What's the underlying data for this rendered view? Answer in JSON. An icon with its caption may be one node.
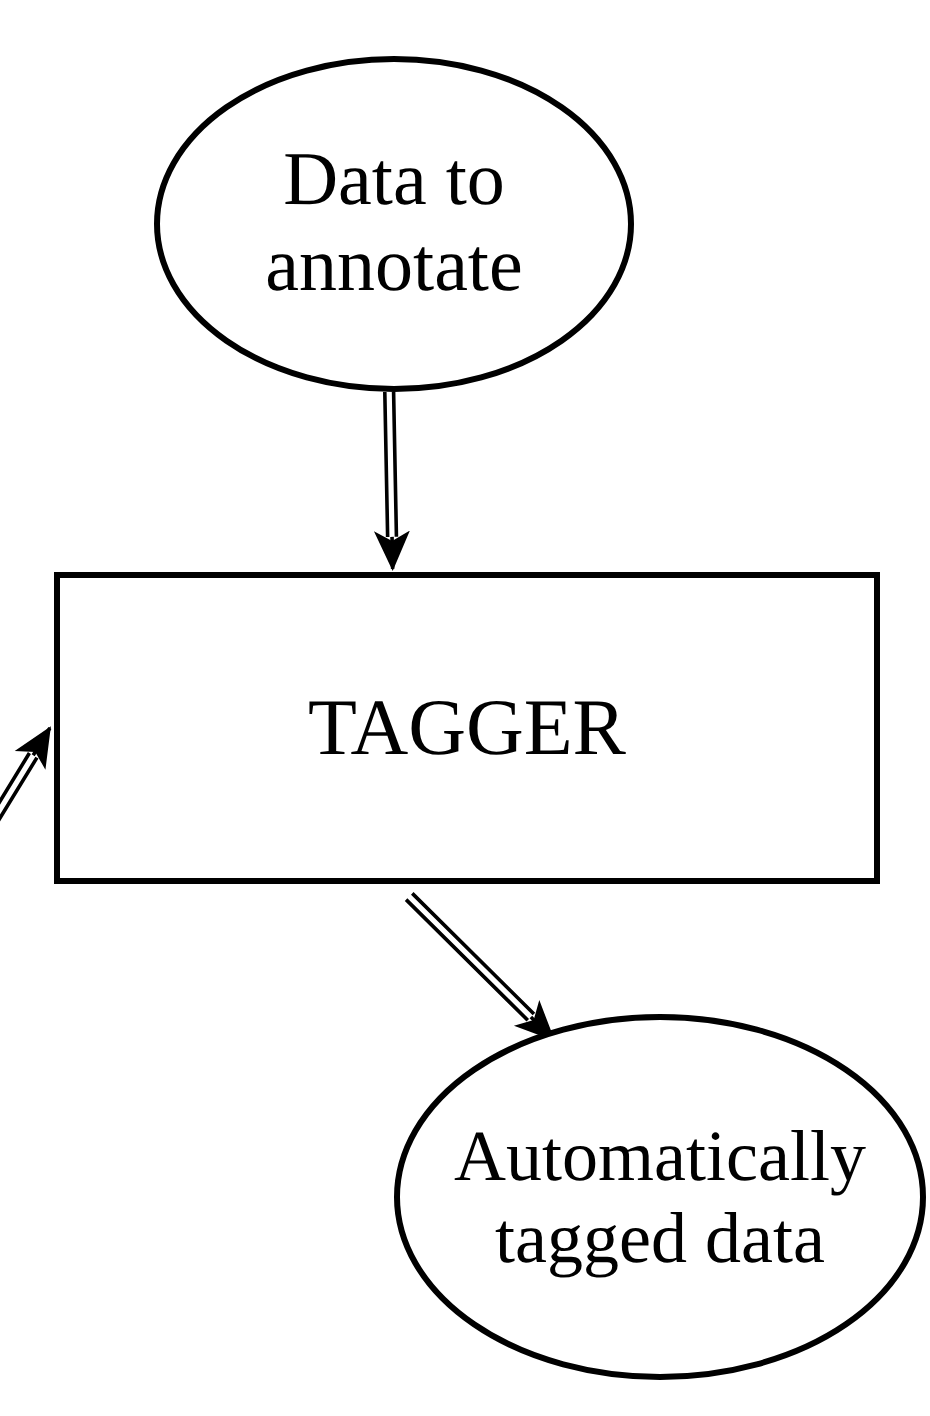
{
  "diagram": {
    "nodes": [
      {
        "text": [
          "Data to annotate"
        ]
      },
      {
        "text": [
          "TAGGER"
        ]
      },
      {
        "text": [
          "Automatically tagged data"
        ]
      }
    ],
    "edges": [
      {
        "from": 0,
        "to": 1,
        "arrow": "to"
      },
      {
        "from": 1,
        "to": 2,
        "arrow": "to"
      },
      {
        "from": null,
        "to": 1,
        "arrow": "to"
      }
    ]
  }
}
